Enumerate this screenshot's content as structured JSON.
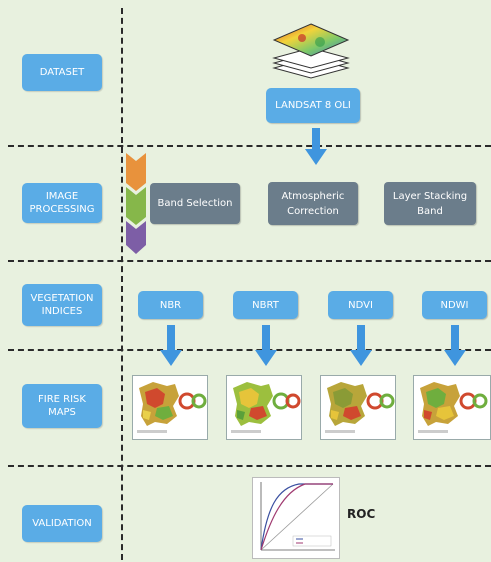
{
  "stages": [
    {
      "label": "DATASET"
    },
    {
      "label": "IMAGE\nPROCESSING"
    },
    {
      "label": "VEGETATION\nINDICES"
    },
    {
      "label": "FIRE RISK\nMAPS"
    },
    {
      "label": "VALIDATION"
    }
  ],
  "dataset": {
    "label": "LANDSAT 8 OLI"
  },
  "processing": [
    {
      "label": "Band Selection"
    },
    {
      "label": "Atmospheric\nCorrection"
    },
    {
      "label": "Layer Stacking\nBand"
    }
  ],
  "indices": [
    {
      "label": "NBR"
    },
    {
      "label": "NBRT"
    },
    {
      "label": "NDVI"
    },
    {
      "label": "NDWI"
    }
  ],
  "validation": {
    "label": "ROC"
  },
  "colors": {
    "stage": "#5aace6",
    "process": "#6b7d8b",
    "arrow": "#3f95de",
    "background": "#e8f1df"
  }
}
